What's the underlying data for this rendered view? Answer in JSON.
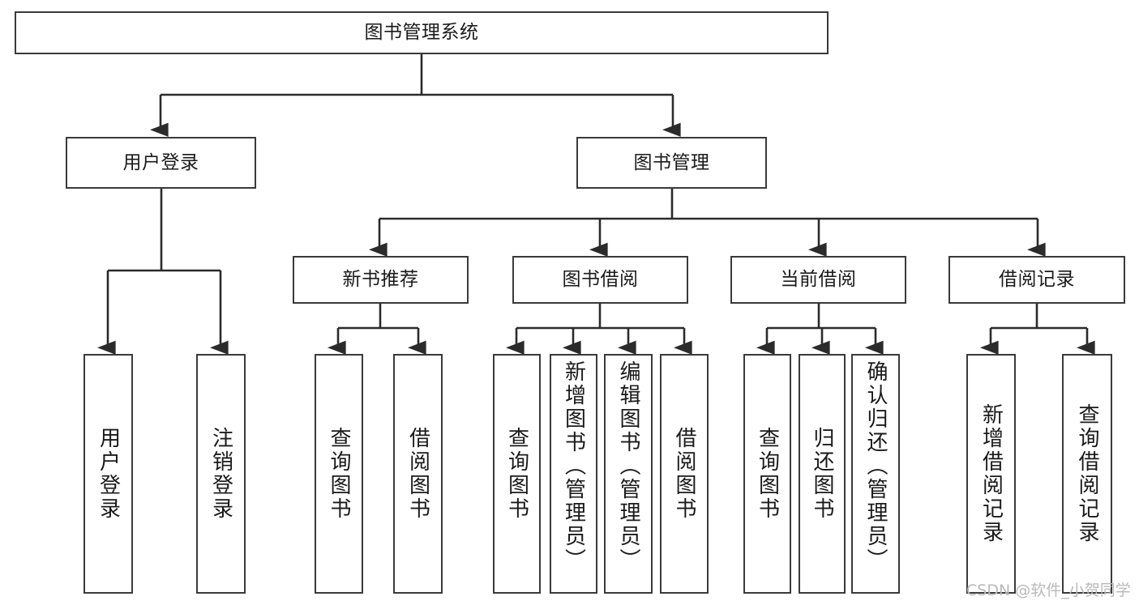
{
  "diagram": {
    "type": "tree-hierarchy",
    "title": "图书管理系统",
    "watermark": "CSDN @软件_小贺同学",
    "colors": {
      "box_border": "#3a3a3a",
      "box_fill": "#ffffff",
      "connector": "#2b2b2b",
      "text": "#1a1a1a",
      "watermark": "#b9b9b9",
      "background": "#ffffff"
    },
    "levels": {
      "root": {
        "label": "图书管理系统"
      },
      "level2": [
        {
          "label": "用户登录"
        },
        {
          "label": "图书管理"
        }
      ],
      "level3": [
        {
          "label": "新书推荐"
        },
        {
          "label": "图书借阅"
        },
        {
          "label": "当前借阅"
        },
        {
          "label": "借阅记录"
        }
      ],
      "leaves": {
        "user_login": [
          {
            "label": "用户登录"
          },
          {
            "label": "注销登录"
          }
        ],
        "new_book_recommend": [
          {
            "label": "查询图书"
          },
          {
            "label": "借阅图书"
          }
        ],
        "book_borrow": [
          {
            "label": "查询图书"
          },
          {
            "label": "新增图书（管理员）"
          },
          {
            "label": "编辑图书（管理员）"
          },
          {
            "label": "借阅图书"
          }
        ],
        "current_borrow": [
          {
            "label": "查询图书"
          },
          {
            "label": "归还图书"
          },
          {
            "label": "确认归还（管理员）"
          }
        ],
        "borrow_records": [
          {
            "label": "新增借阅记录"
          },
          {
            "label": "查询借阅记录"
          }
        ]
      }
    }
  }
}
